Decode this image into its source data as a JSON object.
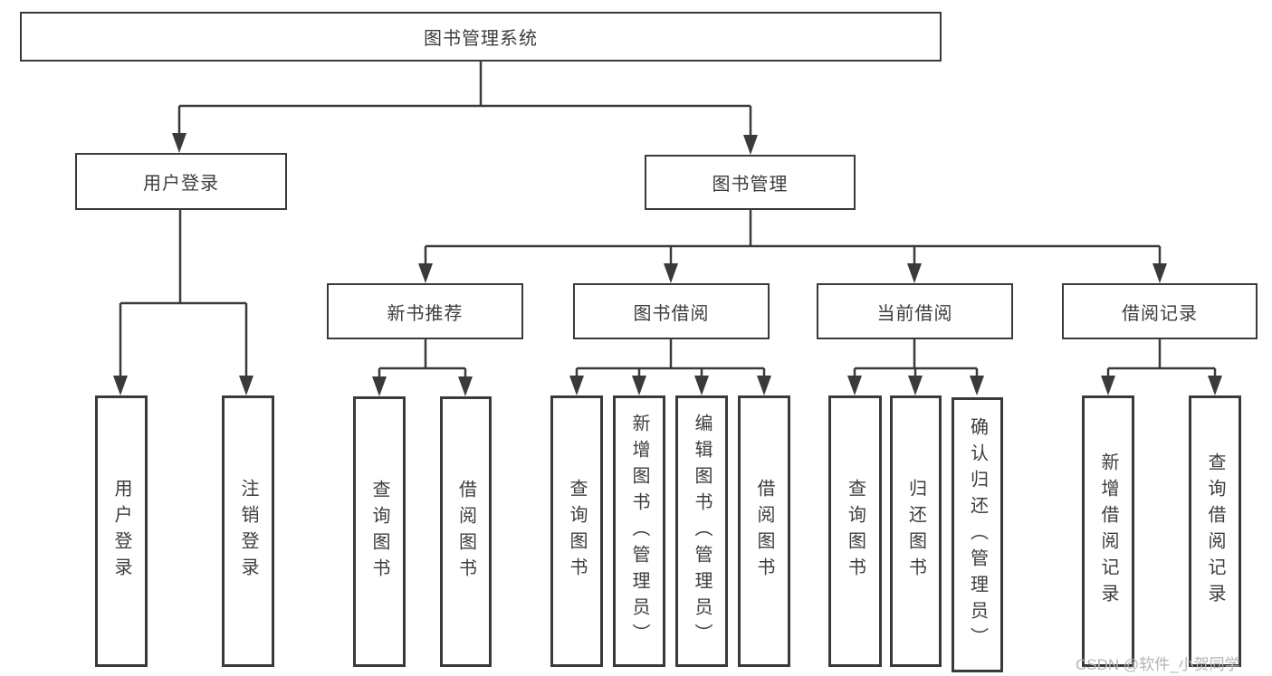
{
  "diagram": {
    "title": "图书管理系统",
    "type": "function-structure-tree"
  },
  "nodes": {
    "root": "图书管理系统",
    "user_login": "用户登录",
    "book_mgmt": "图书管理",
    "new_book_rec": "新书推荐",
    "book_borrow": "图书借阅",
    "current_borrow": "当前借阅",
    "borrow_records": "借阅记录",
    "leaf_user_login": "用户登录",
    "leaf_logout": "注销登录",
    "leaf_query_book_rec": "查询图书",
    "leaf_borrow_book_rec": "借阅图书",
    "leaf_query_book_borrow": "查询图书",
    "leaf_add_book_admin": "新增图书（管理员）",
    "leaf_edit_book_admin": "编辑图书（管理员）",
    "leaf_borrow_book_borrow": "借阅图书",
    "leaf_query_book_current": "查询图书",
    "leaf_return_book": "归还图书",
    "leaf_confirm_return_admin": "确认归还（管理员）",
    "leaf_add_borrow_record": "新增借阅记录",
    "leaf_query_borrow_record": "查询借阅记录"
  },
  "watermark": "CSDN @软件_小贺同学",
  "colors": {
    "line": "#3a3a3a",
    "box_border": "#3a3a3a",
    "text": "#3d3d3d",
    "watermark": "#b5b5b5",
    "background": "#ffffff"
  }
}
